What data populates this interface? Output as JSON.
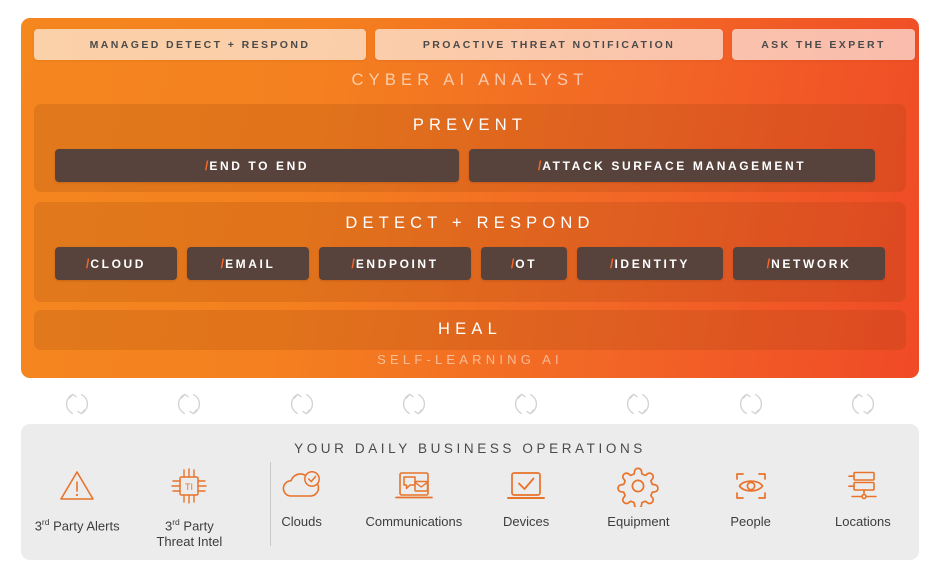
{
  "hero": {
    "services": [
      {
        "label": "MANAGED DETECT + RESPOND",
        "name": "managed-detect-respond"
      },
      {
        "label": "PROACTIVE THREAT NOTIFICATION",
        "name": "proactive-threat-notification"
      },
      {
        "label": "ASK THE EXPERT",
        "name": "ask-the-expert"
      }
    ],
    "cyber_ai_analyst": "CYBER AI ANALYST",
    "self_learning_ai": "SELF-LEARNING AI",
    "panels": [
      {
        "title": "PREVENT",
        "name": "prevent",
        "chips": [
          {
            "slash": "/",
            "label": "END TO END"
          },
          {
            "slash": "/",
            "label": "ATTACK SURFACE MANAGEMENT"
          }
        ]
      },
      {
        "title": "DETECT + RESPOND",
        "name": "detect-respond",
        "chips": [
          {
            "slash": "/",
            "label": "CLOUD"
          },
          {
            "slash": "/",
            "label": "EMAIL"
          },
          {
            "slash": "/",
            "label": "ENDPOINT"
          },
          {
            "slash": "/",
            "label": "OT"
          },
          {
            "slash": "/",
            "label": "IDENTITY"
          },
          {
            "slash": "/",
            "label": "NETWORK"
          }
        ]
      },
      {
        "title": "HEAL",
        "name": "heal",
        "chips": []
      }
    ],
    "colors": {
      "gradient_start": "#F5871F",
      "gradient_end": "#F04A26",
      "chip_background": "#57433C",
      "accent_slash": "#F4672B"
    }
  },
  "cycle": {
    "icon_name": "cycle-arrows-icon",
    "count": 8,
    "color": "#D3D3D3"
  },
  "operations": {
    "title": "YOUR DAILY BUSINESS OPERATIONS",
    "panel_color": "#ECECEC",
    "icon_color": "#E8732B",
    "items": [
      {
        "label": "3rd Party Alerts",
        "label_sup": "rd",
        "label_pre": "3",
        "label_post": " Party Alerts",
        "icon": "warning-triangle-icon"
      },
      {
        "label": "3rd Party Threat Intel",
        "label_sup": "rd",
        "label_pre": "3",
        "label_post": " Party",
        "label_line2": "Threat Intel",
        "icon": "cpu-chip-ti-icon"
      },
      {
        "label": "Clouds",
        "icon": "cloud-check-icon"
      },
      {
        "label": "Communications",
        "icon": "monitor-chat-mail-icon"
      },
      {
        "label": "Devices",
        "icon": "laptop-check-icon"
      },
      {
        "label": "Equipment",
        "icon": "gear-icon"
      },
      {
        "label": "People",
        "icon": "eye-scan-icon"
      },
      {
        "label": "Locations",
        "icon": "server-stack-icon"
      }
    ]
  }
}
